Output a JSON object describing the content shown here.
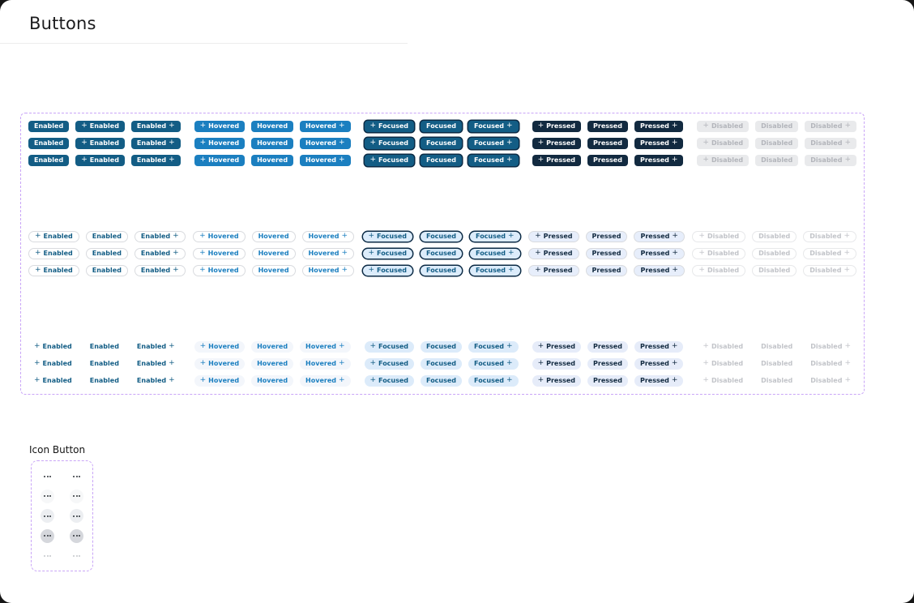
{
  "header": {
    "title": "Buttons"
  },
  "colors": {
    "title-text": "#1c1c1e",
    "divider": "#ededed",
    "dashed-border": "#c9a5f7",
    "primary": "#135d85",
    "primary-hover": "#1b7fc0",
    "primary-pressed": "#122a40",
    "focus-ring": "#0c2b45",
    "focus-bg": "#dcecfb",
    "pressed-bg": "#e7eefb",
    "disabled-bg": "#e9eaec",
    "disabled-text": "#b3b5bb",
    "outline-border": "#d9dbdf",
    "outline-disabled-border": "#e7e8ea",
    "outline-disabled-text": "#c2c4c9",
    "ghost-hover-bg": "#f3f6fb",
    "ghost-focus-bg": "#dcebfa",
    "ghost-pressed-bg": "#e6ecf9",
    "icon-hover-bg": "#f6f7f8",
    "icon-focus-bg": "#eceef1",
    "icon-pressed-bg": "#d5d7dc",
    "icon-dot": "#2e3338",
    "icon-dot-disabled": "#c4c6ca"
  },
  "showcase": {
    "states": [
      {
        "id": "enabled",
        "label": "Enabled"
      },
      {
        "id": "hovered",
        "label": "Hovered"
      },
      {
        "id": "focused",
        "label": "Focused"
      },
      {
        "id": "pressed",
        "label": "Pressed"
      },
      {
        "id": "disabled",
        "label": "Disabled"
      }
    ],
    "variants": [
      {
        "id": "filled"
      },
      {
        "id": "outline"
      },
      {
        "id": "ghost"
      }
    ],
    "rows_per_group": 3,
    "plus_icon": "+",
    "icon_order_default": [
      "leading",
      "plain",
      "trailing"
    ],
    "icon_order_filled_enabled": [
      "plain",
      "leading",
      "trailing"
    ]
  },
  "icon_button": {
    "label": "Icon Button",
    "columns": 2,
    "states": [
      "enabled",
      "hovered",
      "focused",
      "pressed",
      "disabled"
    ],
    "icon": "ellipsis"
  }
}
